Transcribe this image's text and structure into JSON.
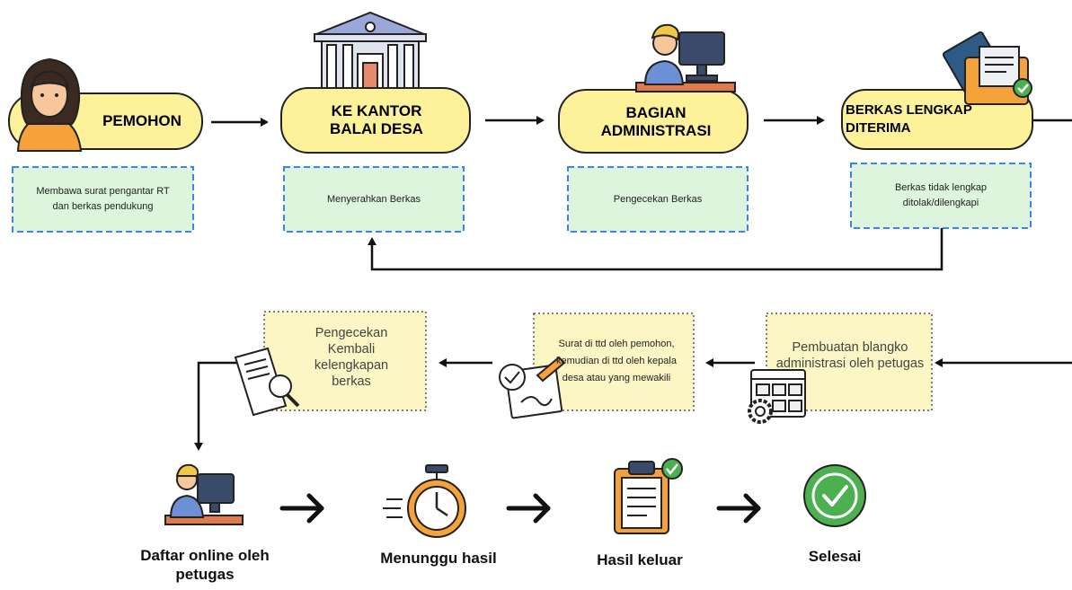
{
  "row1": {
    "steps": [
      {
        "label": "PEMOHON",
        "note": "Membawa surat pengantar RT dan berkas pendukung"
      },
      {
        "label": "KE KANTOR BALAI DESA",
        "note": "Menyerahkan Berkas"
      },
      {
        "label": "BAGIAN ADMINISTRASI",
        "note": "Pengecekan Berkas"
      },
      {
        "label": "BERKAS LENGKAP DITERIMA",
        "note": "Berkas tidak lengkap ditolak/dilengkapi"
      }
    ]
  },
  "row2": {
    "notes": [
      "Pembuatan blangko administrasi oleh petugas",
      "Surat di ttd oleh pemohon, kemudian di ttd oleh kepala desa atau yang mewakili",
      "Pengecekan Kembali kelengkapan berkas"
    ]
  },
  "row3": {
    "steps": [
      {
        "label": "Daftar online oleh petugas"
      },
      {
        "label": "Menunggu hasil"
      },
      {
        "label": "Hasil keluar"
      },
      {
        "label": "Selesai"
      }
    ]
  },
  "colors": {
    "pill_fill": "#fdf19a",
    "note_green": "#dcf5dc",
    "note_green_border": "#3b82f6",
    "note_yellow": "#fbf6c3",
    "note_yellow_border": "#555555",
    "done_green": "#4caf50"
  },
  "icons": [
    "person-icon",
    "building-icon",
    "admin-desk-icon",
    "folder-check-icon",
    "document-search-icon",
    "signature-icon",
    "form-gear-icon",
    "stopwatch-icon",
    "clipboard-check-icon",
    "check-circle-icon"
  ]
}
